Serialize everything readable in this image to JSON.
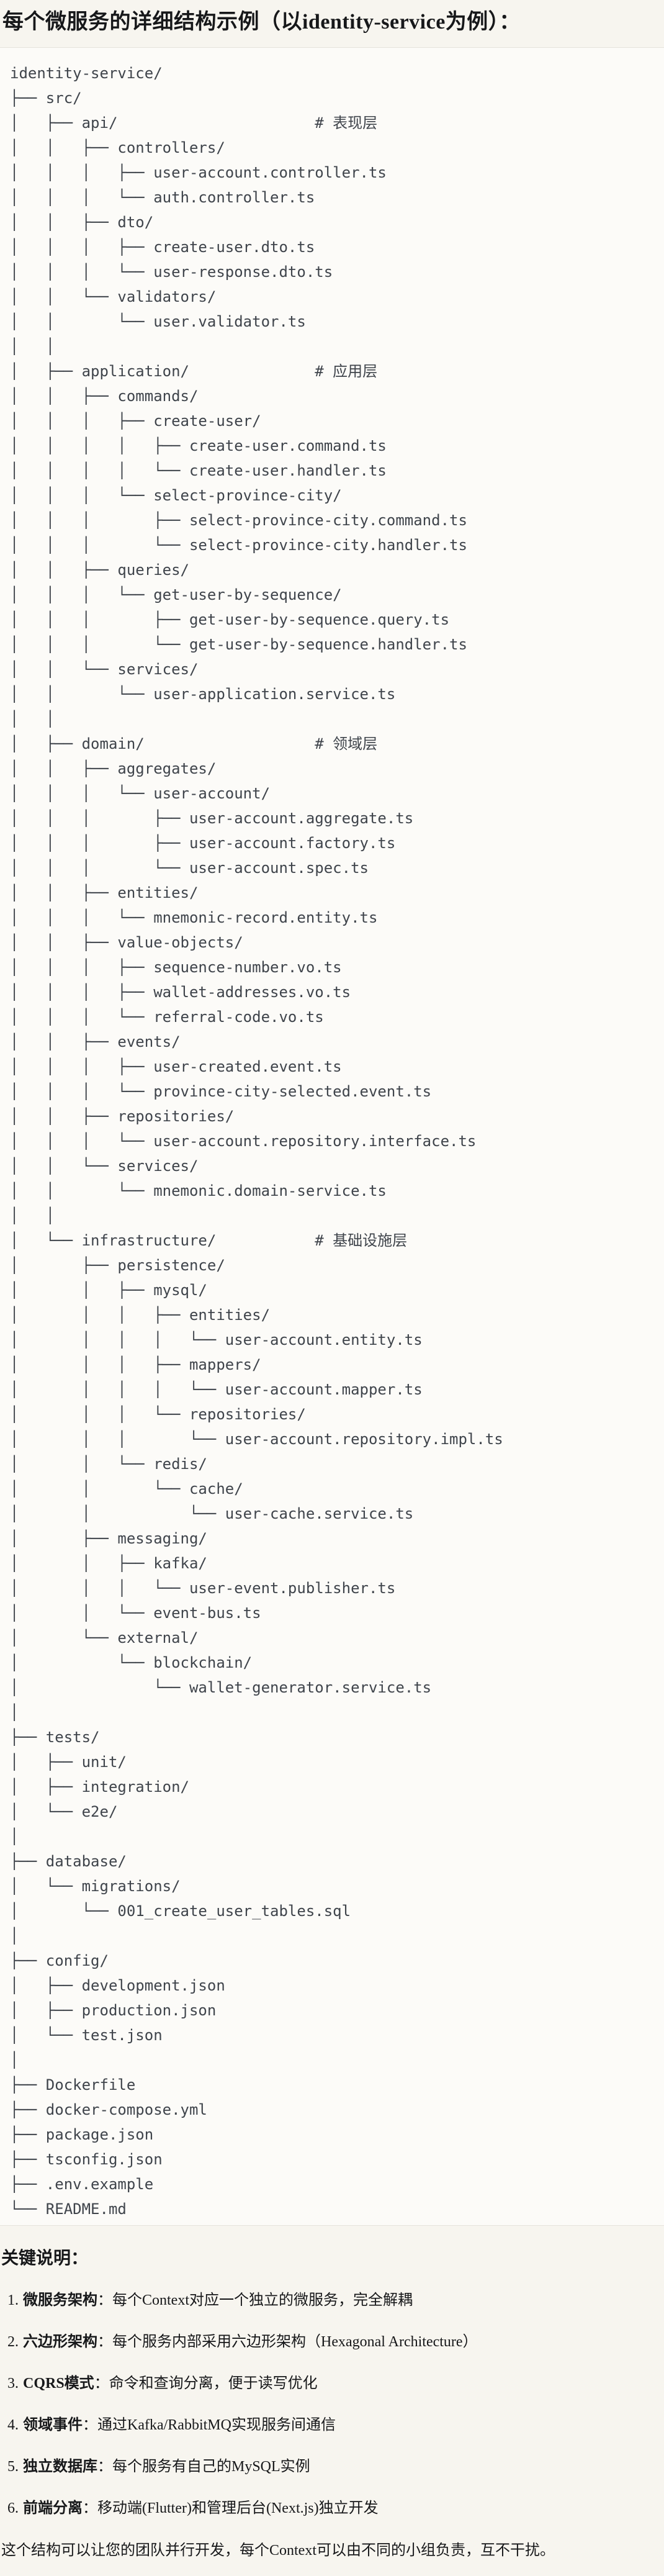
{
  "header": {
    "title": "每个微服务的详细结构示例（以identity-service为例）："
  },
  "tree": {
    "text": "identity-service/\n├── src/\n│   ├── api/                      # 表现层\n│   │   ├── controllers/\n│   │   │   ├── user-account.controller.ts\n│   │   │   └── auth.controller.ts\n│   │   ├── dto/\n│   │   │   ├── create-user.dto.ts\n│   │   │   └── user-response.dto.ts\n│   │   └── validators/\n│   │       └── user.validator.ts\n│   │\n│   ├── application/              # 应用层\n│   │   ├── commands/\n│   │   │   ├── create-user/\n│   │   │   │   ├── create-user.command.ts\n│   │   │   │   └── create-user.handler.ts\n│   │   │   └── select-province-city/\n│   │   │       ├── select-province-city.command.ts\n│   │   │       └── select-province-city.handler.ts\n│   │   ├── queries/\n│   │   │   └── get-user-by-sequence/\n│   │   │       ├── get-user-by-sequence.query.ts\n│   │   │       └── get-user-by-sequence.handler.ts\n│   │   └── services/\n│   │       └── user-application.service.ts\n│   │\n│   ├── domain/                   # 领域层\n│   │   ├── aggregates/\n│   │   │   └── user-account/\n│   │   │       ├── user-account.aggregate.ts\n│   │   │       ├── user-account.factory.ts\n│   │   │       └── user-account.spec.ts\n│   │   ├── entities/\n│   │   │   └── mnemonic-record.entity.ts\n│   │   ├── value-objects/\n│   │   │   ├── sequence-number.vo.ts\n│   │   │   ├── wallet-addresses.vo.ts\n│   │   │   └── referral-code.vo.ts\n│   │   ├── events/\n│   │   │   ├── user-created.event.ts\n│   │   │   └── province-city-selected.event.ts\n│   │   ├── repositories/\n│   │   │   └── user-account.repository.interface.ts\n│   │   └── services/\n│   │       └── mnemonic.domain-service.ts\n│   │\n│   └── infrastructure/           # 基础设施层\n│       ├── persistence/\n│       │   ├── mysql/\n│       │   │   ├── entities/\n│       │   │   │   └── user-account.entity.ts\n│       │   │   ├── mappers/\n│       │   │   │   └── user-account.mapper.ts\n│       │   │   └── repositories/\n│       │   │       └── user-account.repository.impl.ts\n│       │   └── redis/\n│       │       └── cache/\n│       │           └── user-cache.service.ts\n│       ├── messaging/\n│       │   ├── kafka/\n│       │   │   └── user-event.publisher.ts\n│       │   └── event-bus.ts\n│       └── external/\n│           └── blockchain/\n│               └── wallet-generator.service.ts\n│\n├── tests/\n│   ├── unit/\n│   ├── integration/\n│   └── e2e/\n│\n├── database/\n│   └── migrations/\n│       └── 001_create_user_tables.sql\n│\n├── config/\n│   ├── development.json\n│   ├── production.json\n│   └── test.json\n│\n├── Dockerfile\n├── docker-compose.yml\n├── package.json\n├── tsconfig.json\n├── .env.example\n└── README.md"
  },
  "notes": {
    "heading": "关键说明：",
    "items": [
      {
        "num": "1.",
        "label": "微服务架构",
        "text": "：每个Context对应一个独立的微服务，完全解耦"
      },
      {
        "num": "2.",
        "label": "六边形架构",
        "text": "：每个服务内部采用六边形架构（Hexagonal Architecture）"
      },
      {
        "num": "3.",
        "label": "CQRS模式",
        "text": "：命令和查询分离，便于读写优化"
      },
      {
        "num": "4.",
        "label": "领域事件",
        "text": "：通过Kafka/RabbitMQ实现服务间通信"
      },
      {
        "num": "5.",
        "label": "独立数据库",
        "text": "：每个服务有自己的MySQL实例"
      },
      {
        "num": "6.",
        "label": "前端分离",
        "text": "：移动端(Flutter)和管理后台(Next.js)独立开发"
      }
    ],
    "footer": "这个结构可以让您的团队并行开发，每个Context可以由不同的小组负责，互不干扰。"
  },
  "colors": {
    "page_bg": "#f7f5ef",
    "code_bg": "#fcfbf8",
    "code_border": "#e5e2db",
    "code_text": "#3f444b",
    "body_text": "#17181a"
  }
}
